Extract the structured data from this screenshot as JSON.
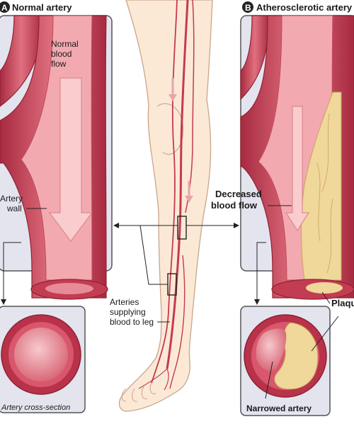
{
  "panel_a": {
    "letter": "A",
    "title": "Normal artery",
    "flow_line1": "Normal",
    "flow_line2": "blood",
    "flow_line3": "flow",
    "wall_line1": "Artery",
    "wall_line2": "wall",
    "cross_section_label": "Artery cross-section"
  },
  "panel_b": {
    "letter": "B",
    "title": "Atherosclerotic artery",
    "flow_line1": "Decreased",
    "flow_line2": "blood flow",
    "plaque_label": "Plaque",
    "narrowed_label": "Narrowed artery"
  },
  "center": {
    "arteries_line1": "Arteries",
    "arteries_line2": "supplying",
    "arteries_line3": "blood to leg"
  },
  "colors": {
    "artery_outer": "#b8324a",
    "artery_mid": "#d9576c",
    "artery_inner": "#f0a2aa",
    "flow_arrow": "#f3b8bb",
    "plaque": "#f0d79a",
    "panel_bg": "#e4e4ef",
    "skin": "#fbe9d6",
    "skin_outline": "#c9a58c",
    "vessel": "#c43a4f"
  }
}
